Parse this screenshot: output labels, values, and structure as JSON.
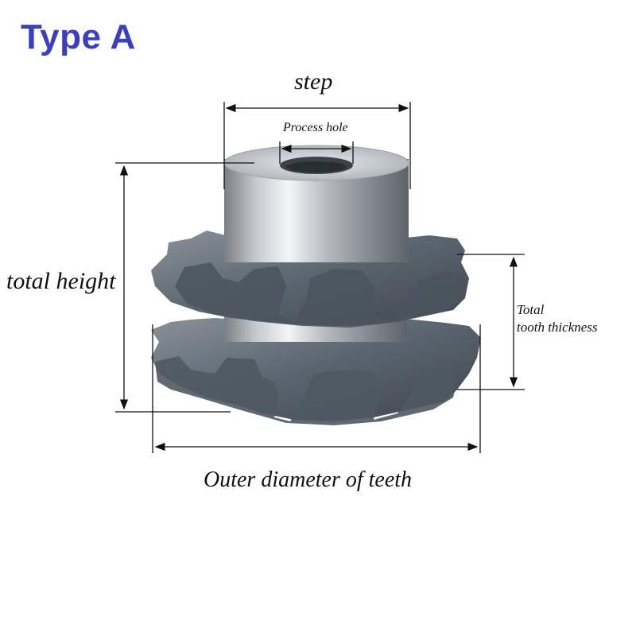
{
  "title": "Type A",
  "labels": {
    "step": "step",
    "process_hole": "Process hole",
    "total_height": "total height",
    "total_tooth_thickness_line1": "Total",
    "total_tooth_thickness_line2": "tooth thickness",
    "outer_diameter": "Outer diameter of teeth"
  },
  "colors": {
    "title": "#3a3fbf",
    "steel_light": "#e6e8ea",
    "steel_dark": "#6f747a",
    "tooth": "#5c6670"
  }
}
